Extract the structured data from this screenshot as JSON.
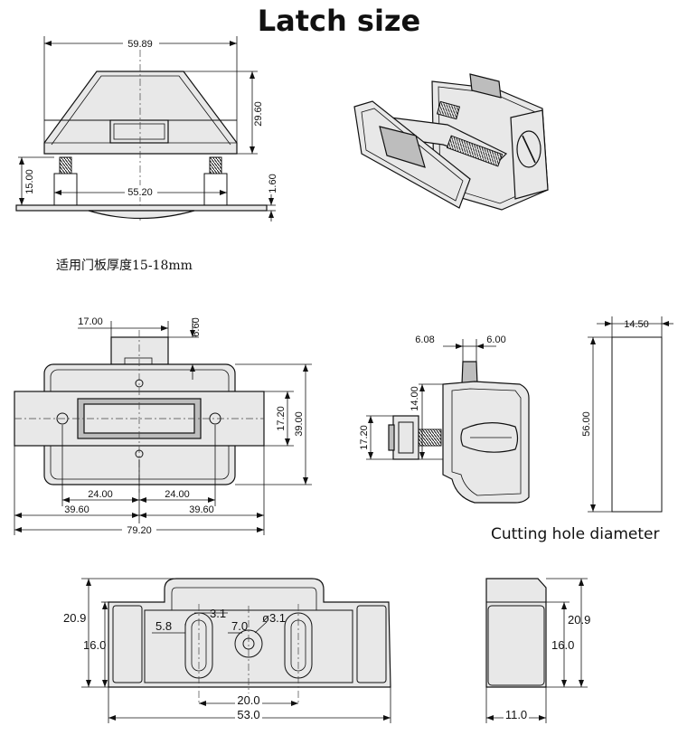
{
  "title": "Latch size",
  "top_view": {
    "width": "59.89",
    "height": "29.60",
    "base_width": "55.20",
    "base_height": "15.00",
    "plate_thickness": "1.60"
  },
  "note": "适用门板厚度15-18mm",
  "front_view": {
    "top_offset": "17.00",
    "top_height": "6.60",
    "inner_height": "17.20",
    "total_height": "39.00",
    "half_span_left": "24.00",
    "half_span_right": "24.00",
    "half_width_left": "39.60",
    "half_width_right": "39.60",
    "total_width": "79.20"
  },
  "side_view": {
    "left_dim": "6.08",
    "right_dim": "6.00",
    "stem_height": "14.00",
    "button_height": "17.20"
  },
  "cutting_hole": {
    "width": "14.50",
    "height": "56.00",
    "caption": "Cutting hole diameter"
  },
  "strike_front": {
    "height_total": "20.9",
    "height_inner": "16.0",
    "slot_offset": "3.1",
    "slot_width": "5.8",
    "center_dim": "7.0",
    "hole_diameter": "ø3.1",
    "slot_spacing": "20.0",
    "total_width": "53.0"
  },
  "strike_side": {
    "height_total": "20.9",
    "height_inner": "16.0",
    "width": "11.0"
  }
}
